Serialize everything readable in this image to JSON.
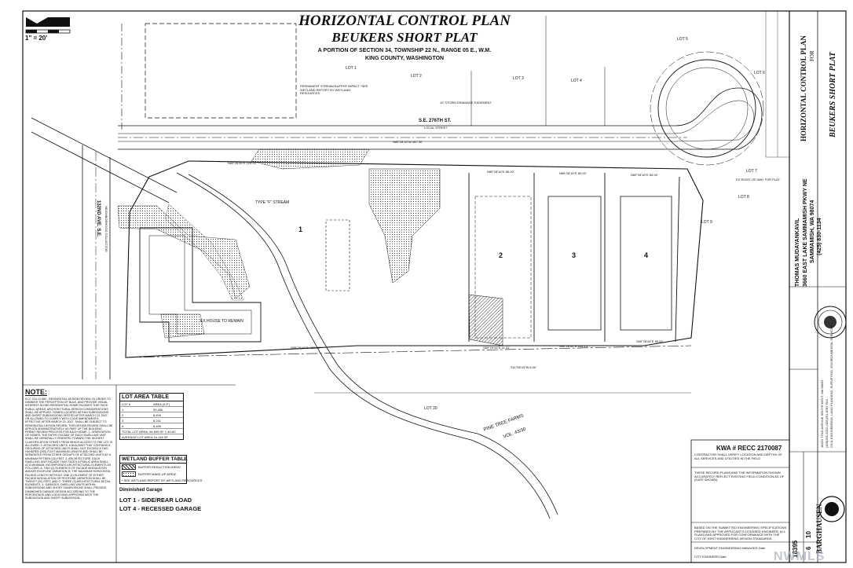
{
  "title": {
    "line1": "HORIZONTAL CONTROL PLAN",
    "line2": "BEUKERS SHORT PLAT",
    "line3": "A PORTION OF SECTION 34, TOWNSHIP 22 N., RANGE 05 E., W.M.",
    "line4": "KING COUNTY, WASHINGTON"
  },
  "scale": "1\" = 20'",
  "streets": {
    "main": "S.E. 276TH ST.",
    "main_sub": "LOCAL STREET",
    "side": "132ND AVE. S.E.",
    "side_sub": "NEIGHBORHOOD COLLECTOR"
  },
  "lots": {
    "lot1": "1",
    "lot2": "2",
    "lot3": "3",
    "lot4": "4",
    "adj_lot1": "LOT 1",
    "adj_lot2": "LOT 2",
    "adj_lot3": "LOT 3",
    "adj_lot4": "LOT 4",
    "adj_lot5": "LOT 5",
    "adj_lot6": "LOT 6",
    "adj_lot7": "LOT 7",
    "adj_lot8": "LOT 8",
    "adj_lot9": "LOT 9",
    "adj_lot20": "LOT 20"
  },
  "features": {
    "stream": "TYPE \"F\" STREAM",
    "house": "EX HOUSE TO REMAIN",
    "farms": "PINE TREE FARMS",
    "farms_vol": "VOL. 43/30",
    "buffer_note": "PERMANENT STREAM BUFFER IMPACT *SEE WETLAND REPORT BY WETLAND RESOURCES",
    "drainage": "10' STORM DRAINAGE EASEMENT",
    "row": "EX RIGHT-OF-WAY FOR PLAT"
  },
  "bearings": {
    "b1": "N89°28'16\"W 487.30'",
    "b2": "N89°26'30\"E 228.03'",
    "b3": "N89°28'16\"E 85.00'",
    "b4": "N89°28'16\"E 80.00'",
    "b5": "N89°28'16\"E 85.00'",
    "b6": "S89°29'44\"W 280.00'",
    "b7": "S89°29'44\"E 11.31'",
    "b8": "S89°28'44\"E 164.15'",
    "b9": "S89°28'44\"E 85.00'",
    "b10": "S11°55'43\"W 8.00'"
  },
  "notes": {
    "heading": "NOTE:",
    "body": "KCC 21A.12.080 - RESIDENTIAL DESIGN REVIEW. IN ORDER TO DIMINISH THE PERCEPTION OF BULK, AND PROVIDE VISUAL INTEREST ALONG RESIDENTIAL HOME FACADES THAT FACE PUBLIC AREAS, ARCHITECTURAL DESIGN CONSIDERATIONS SHALL BE APPLIED. HOMES LOCATED WITHIN SUBDIVISIONS AND SHORT SUBDIVISIONS VESTED AFTER MARCH 23, 2007, OR ALLOWED TO COMPLY WITH CODE AMENDMENTS EFFECTIVE AFTER MARCH 23, 2007, SHALL BE SUBJECT TO RESIDENTIAL DESIGN REVIEW. THIS DESIGN REVIEW SHALL BE APPLIED ADMINISTRATIVELY AS PART OF THE BUILDING PERMIT REVIEW PROCESS FOR EACH HOME. 1. ORIENTATION OF HOMES. THE ENTRY FACADE OF EACH DWELLING UNIT SHALL BE GENERALLY ORIENTED TOWARD THE HIGHEST CLASSIFICATION STREET FROM WHICH ACCESS TO THE LOT IS ALLOWED. 2. ATTACHED UNITS. A BUILDING THAT CONTAINS A GROUPING OF ATTACHED UNITS SHALL NOT EXCEED A TWO HUNDRED (200) FOOT MAXIMUM LENGTH AND SHALL BE SEPARATED FROM OTHER GROUPS OF ATTACHED UNITS BY A MINIMUM FIFTEEN (15) FEET. 3. ARCHITECTURE. EACH DWELLING UNIT FACADE THAT FACES A PUBLIC AREA SHALL, AT A MINIMUM, INCORPORATE ARCHITECTURAL ELEMENTS AS FOLLOWS: A. TWO (2) ELEMENTS OF FACADE MODULATION AND/OR ROOFLINE VARIATION; B. THE MAXIMUM HORIZONTAL FACADE LENGTH WITHOUT ONE (1) ELEMENT OF EITHER FACADE MODULATION OR ROOFLINE VARIATION SHALL BE TWENTY (20) FEET; AND C. THREE (3) ARCHITECTURAL DETAIL ELEMENTS. 4. GARAGES. DWELLING UNITS WITHIN SUBDIVISIONS AND SHORT SUBDIVISIONS SHALL PROVIDE DIMINISHED GARAGE DESIGN ACCORDING TO THE PERCENTAGE AND LOCATIONS APPROVED WITH THE SUBDIVISION AND SHORT SUBDIVISION."
  },
  "lot_area_table": {
    "heading": "LOT AREA TABLE",
    "col_lot": "LOT #",
    "col_area": "AREA (S.F.)",
    "rows": [
      {
        "lot": "1",
        "area": "39,456"
      },
      {
        "lot": "2",
        "area": "8,499"
      },
      {
        "lot": "3",
        "area": "8,241"
      },
      {
        "lot": "4",
        "area": "8,499"
      }
    ],
    "total": "TOTAL LOT AREA: 64,695 SF    1.49 AC.",
    "average": "AVERAGE LOT AREA 16,149 SF"
  },
  "wetland_table": {
    "heading": "WETLAND BUFFER TABLE",
    "row1": "BUFFER REDUCTION AREA*",
    "row2": "BUFFER MAKE-UP AREA*",
    "note": "* SEE WETLAND REPORT BY WETLAND RESOURCES"
  },
  "garage": {
    "heading": "Diminished Garage",
    "lot1": "LOT 1  -  SIDE/REAR LOAD",
    "lot4": "LOT 4  -  RECESSED GARAGE"
  },
  "kwa": {
    "label": "KWA # RECC 2170087",
    "note": "CONTRACTOR SHALL VERIFY LOCATION AND DEPTHS OF ALL SERVICES AND UTILITIES IN THE FIELD",
    "record": "THESE RECORD PLANS AND THE INFORMATION SHOWN ACCURATELY REFLECT EXISTING FIELD CONDITION AS OF (DATE SHOWN).",
    "approval": "BASED ON THE SUBMITTED ENGINEERING SPECIFICATIONS PREPARED BY THE APPLICANT'S LICENSED ENGINEER, ALL PLANS AND APPROVED FOR CONFORMANCE WITH THE CITY OF KENT ENGINEERING DESIGN STANDARDS.",
    "dev_mgr": "DEVELOPMENT ENGINEERING MANAGER   Date",
    "city_eng": "CITY ENGINEER   Date"
  },
  "title_block": {
    "project": "HORIZONTAL CONTROL PLAN",
    "for": "FOR",
    "client_proj": "BEUKERS SHORT PLAT",
    "owner": "THOMAS MUDAYANKAVIL",
    "addr1": "3660 EAST LAKE SAMMAMISH PKWY NE",
    "addr2": "SAMMAMISH, WA 98074",
    "phone": "(425) 830-1134",
    "firm_addr": "18215 72ND AVENUE SOUTH  KENT, WA 98032",
    "firm_phone": "(425)251-6222  (425)251-8782 FAX",
    "firm_services": "CIVIL ENGINEERING, LAND PLANNING, SURVEYING, ENVIRONMENTAL SERVICES",
    "firm": "BARGHAUSEN",
    "job": "18395",
    "sheet": "6",
    "of": "10"
  },
  "watermark": "NWMLS",
  "colors": {
    "ink": "#111111",
    "hatch": "#555555",
    "light": "#e8e8e8"
  }
}
